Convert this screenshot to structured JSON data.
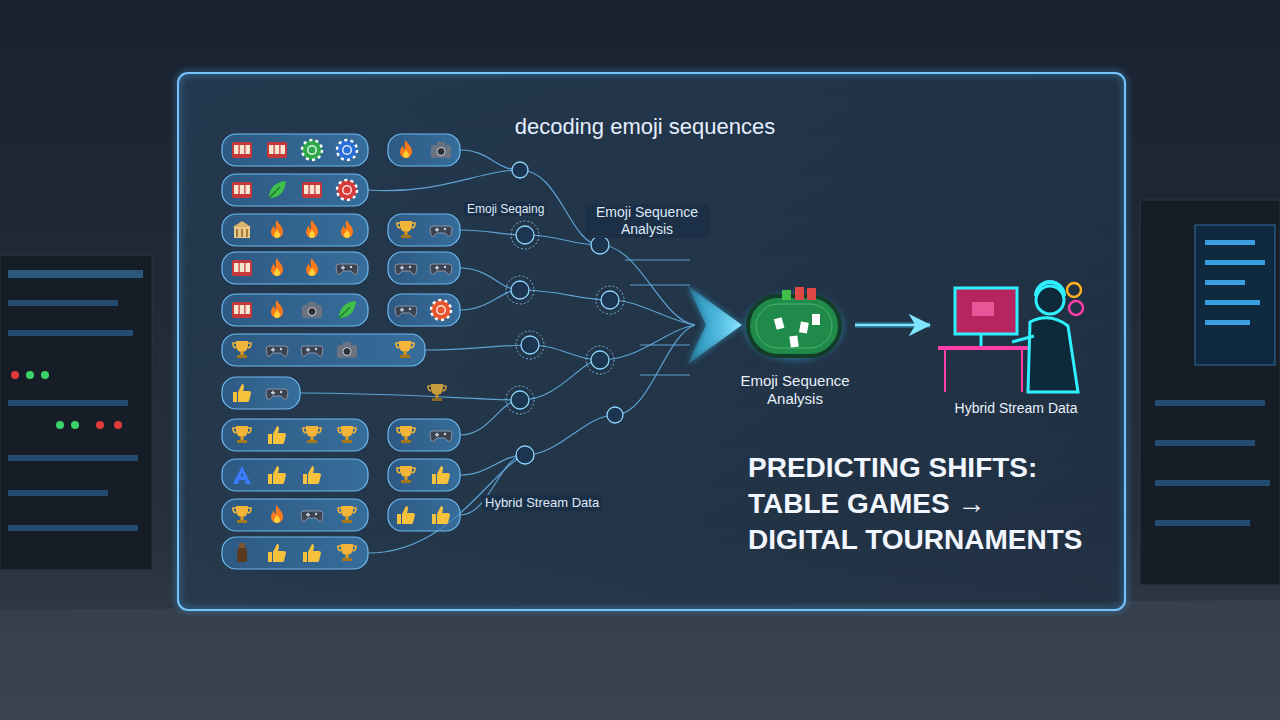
{
  "diagram": {
    "title": "decoding emoji sequences",
    "caption": "PREDICTING SHIFTS: TABLE GAMES → DIGITAL TOURNAMENTS",
    "nodes": [
      {
        "text": [
          "Emoji Sequence Analysis"
        ]
      },
      {
        "text": [
          "Hybrid Stream Data"
        ]
      }
    ],
    "edges": [
      {
        "from": 0,
        "to": 1,
        "arrow": "to"
      }
    ],
    "labels": [
      "Emoji Seqaing",
      "Emoji Sequence Analysis",
      "Hybrid Stream Data"
    ]
  }
}
